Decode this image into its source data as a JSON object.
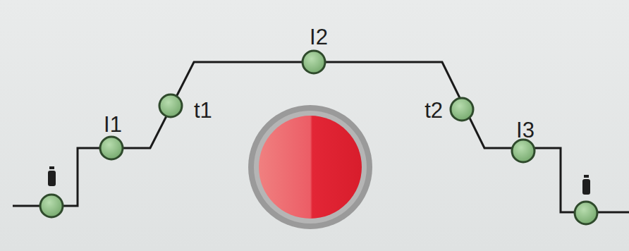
{
  "diagram": {
    "labels": [
      "I1",
      "t1",
      "I2",
      "t2",
      "I3"
    ]
  }
}
